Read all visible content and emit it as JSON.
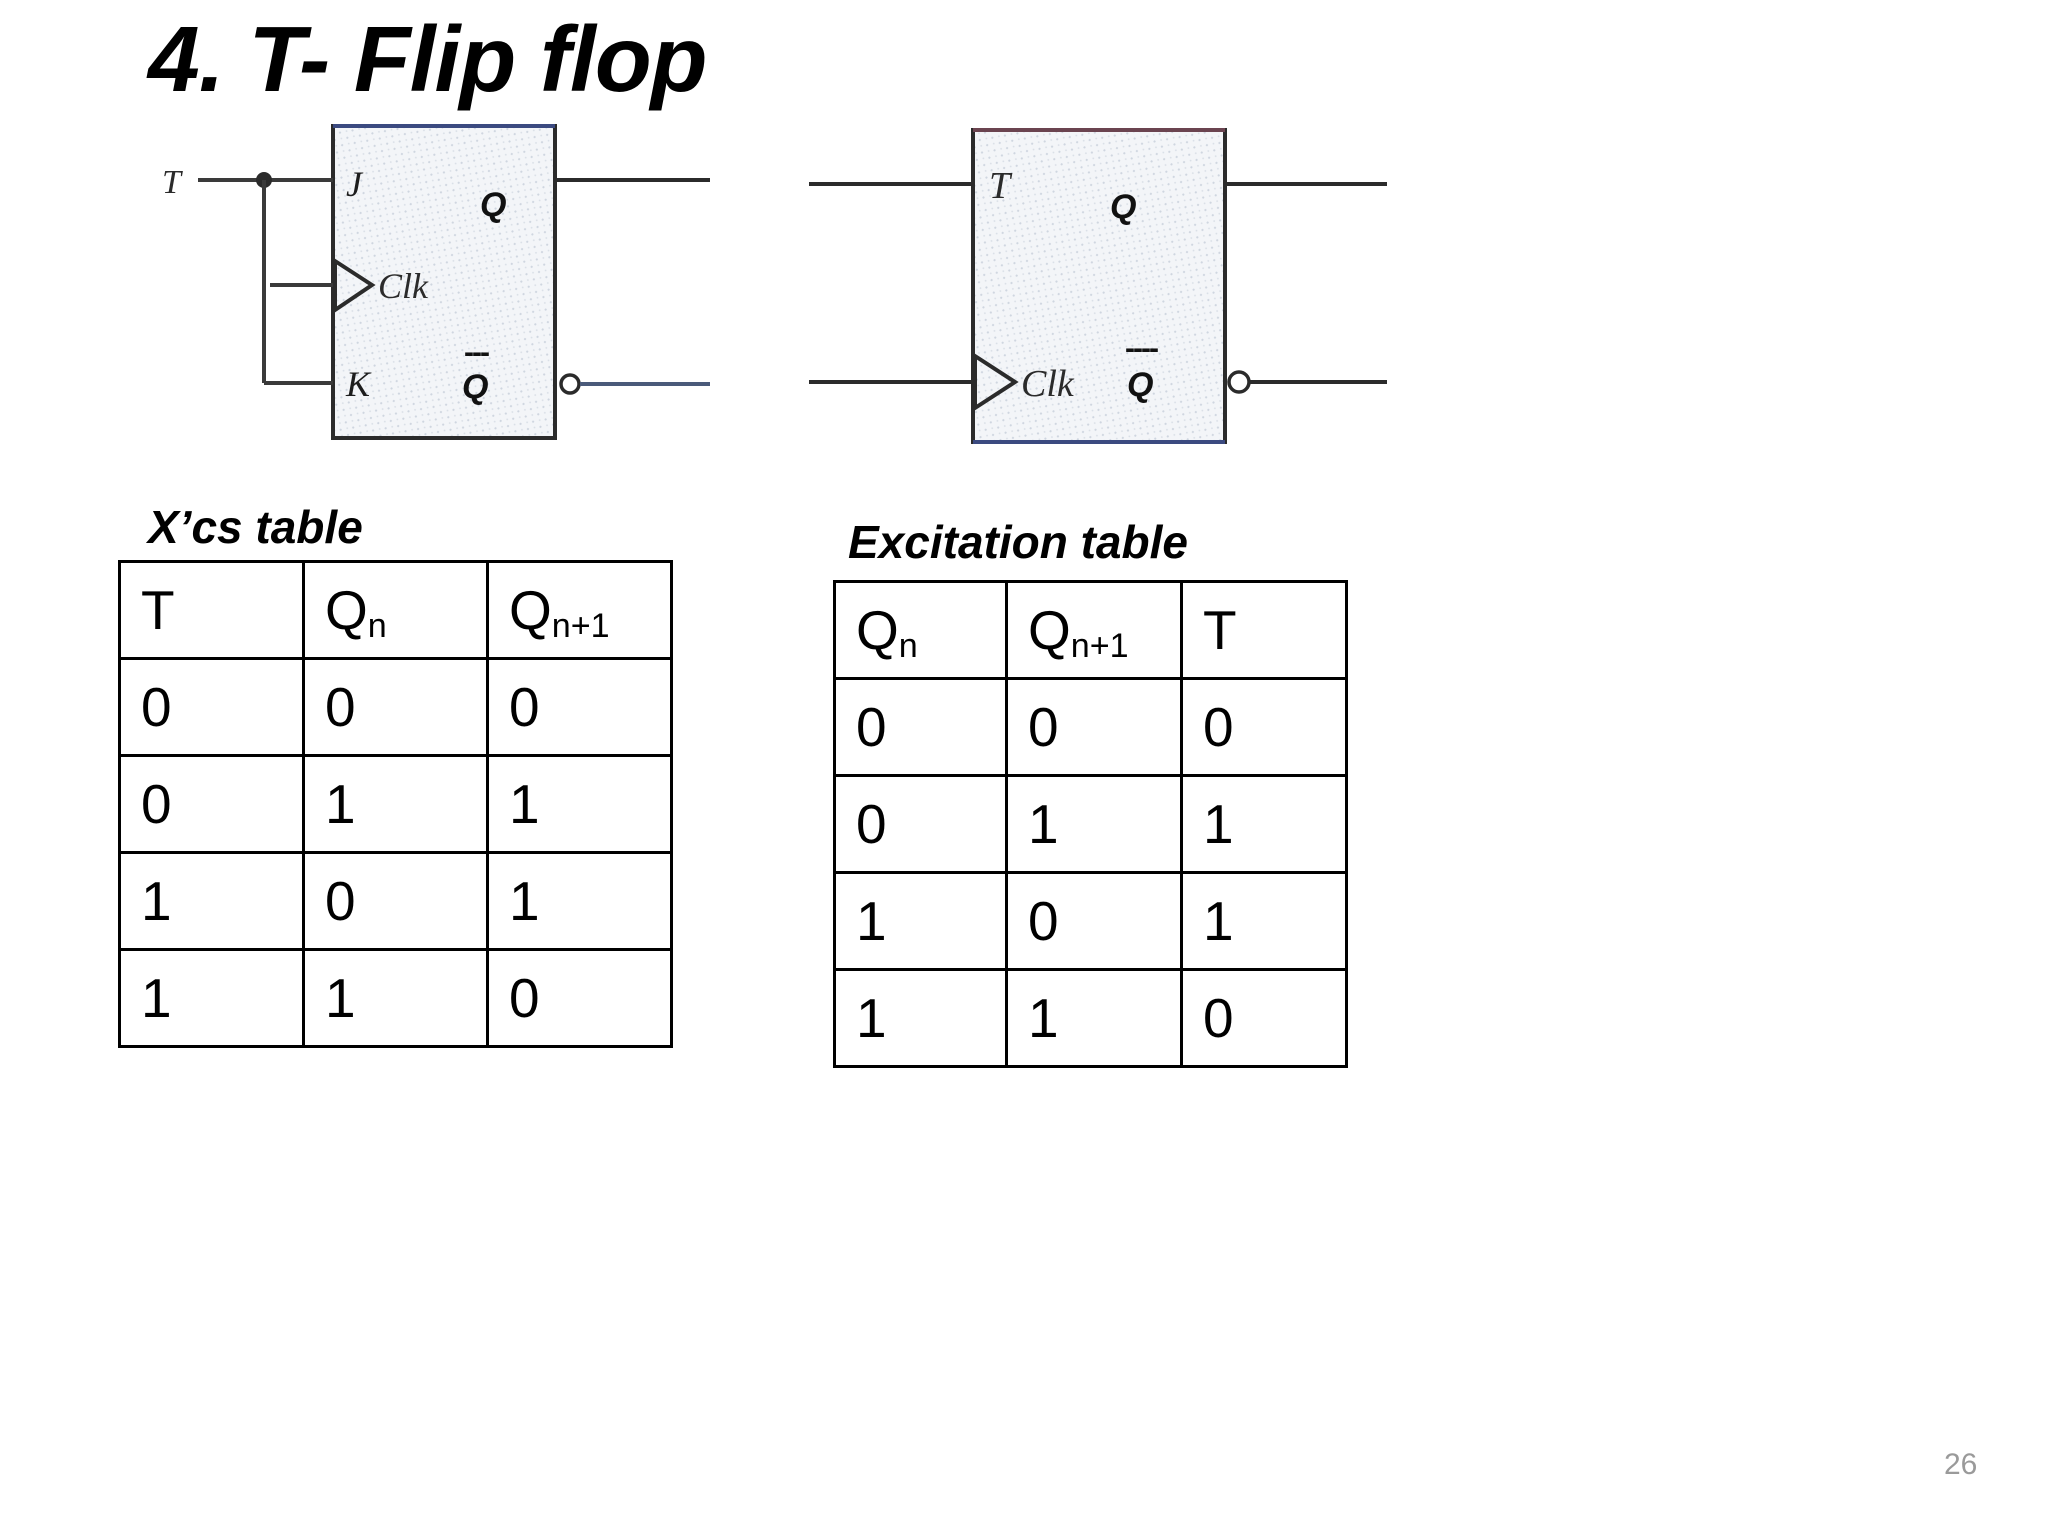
{
  "slide": {
    "title": "4. T- Flip flop",
    "page_number": "26"
  },
  "figures": {
    "left": {
      "name": "jk-flipflop-as-t-flipflop",
      "input_label": "T",
      "pin_j": "J",
      "pin_clk": "Clk",
      "pin_k": "K",
      "pin_q": "Q",
      "pin_qbar": "Q",
      "qbar_overline": "---"
    },
    "right": {
      "name": "t-flipflop-symbol",
      "pin_t": "T",
      "pin_clk": "Clk",
      "pin_q": "Q",
      "pin_qbar": "Q",
      "qbar_overline": "----"
    }
  },
  "tables": {
    "characteristic": {
      "caption": "X’cs table",
      "headers": [
        "T",
        "Q",
        "Q"
      ],
      "header_subs": [
        "",
        "n",
        "n+1"
      ],
      "rows": [
        [
          "0",
          "0",
          "0"
        ],
        [
          "0",
          "1",
          "1"
        ],
        [
          "1",
          "0",
          "1"
        ],
        [
          "1",
          "1",
          "0"
        ]
      ]
    },
    "excitation": {
      "caption": "Excitation table",
      "headers": [
        "Q",
        "Q",
        "T"
      ],
      "header_subs": [
        "n",
        "n+1",
        ""
      ],
      "rows": [
        [
          "0",
          "0",
          "0"
        ],
        [
          "0",
          "1",
          "1"
        ],
        [
          "1",
          "0",
          "1"
        ],
        [
          "1",
          "1",
          "0"
        ]
      ]
    }
  },
  "colors": {
    "background": "#ffffff",
    "text": "#000000",
    "page_number": "#9a9a9a",
    "diagram_fill": "#f2f4f7",
    "diagram_stroke": "#3a3a3a"
  }
}
